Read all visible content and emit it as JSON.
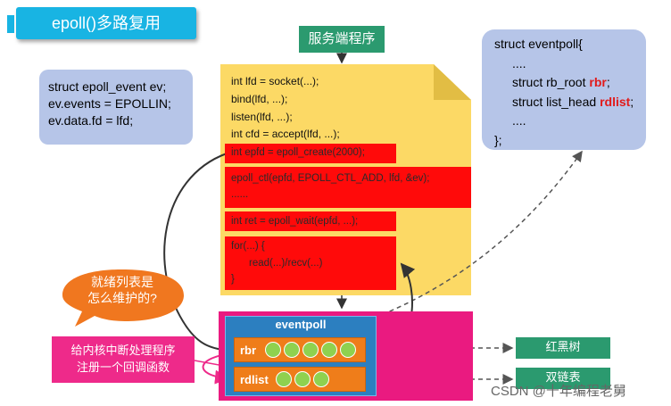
{
  "title": "epoll()多路复用",
  "server_label": "服务端程序",
  "epoll_event_code": [
    "struct epoll_event ev;",
    "ev.events = EPOLLIN;",
    "ev.data.fd = lfd;"
  ],
  "eventpoll_struct": {
    "line1": "struct eventpoll{",
    "line2": "....",
    "rbr_prefix": "struct rb_root ",
    "rbr_kw": "rbr",
    "rbr_suffix": ";",
    "rdlist_prefix": "struct list_head ",
    "rdlist_kw": "rdlist",
    "rdlist_suffix": ";",
    "line5": "....",
    "line6": "};"
  },
  "server_code": {
    "plain": [
      "int lfd = socket(...);",
      "bind(lfd, ...);",
      "listen(lfd, ...);",
      "int cfd = accept(lfd, ...);"
    ],
    "epoll_create": "int epfd = epoll_create(2000);",
    "epoll_ctl": "epoll_ctl(epfd, EPOLL_CTL_ADD, lfd, &ev);",
    "epoll_ctl_more": "......",
    "epoll_wait": "int ret = epoll_wait(epfd, ...);",
    "loop": [
      "for(...) {",
      "read(...)/recv(...)",
      "}"
    ]
  },
  "bubble": "就绪列表是\n怎么维护的?",
  "callback": "给内核中断处理程序\n注册一个回调函数",
  "kernel": {
    "eventpoll_label": "eventpoll",
    "rbr_label": "rbr",
    "rdlist_label": "rdlist",
    "rbr_count": 5,
    "rdlist_count": 3
  },
  "tags": {
    "rbtree": "红黑树",
    "dlist": "双链表"
  },
  "watermark": "CSDN @十年编程老舅",
  "colors": {
    "title": "#18b4e3",
    "server_label": "#2b9a6f",
    "note_box": "#b6c5e8",
    "code_bg": "#fcd965",
    "highlight": "#ff0a0a",
    "kernel": "#ea1a80",
    "eventpoll": "#2c7fc0",
    "list_row": "#ef7d1a",
    "node": "#8fd14f",
    "bubble": "#f0771f"
  }
}
